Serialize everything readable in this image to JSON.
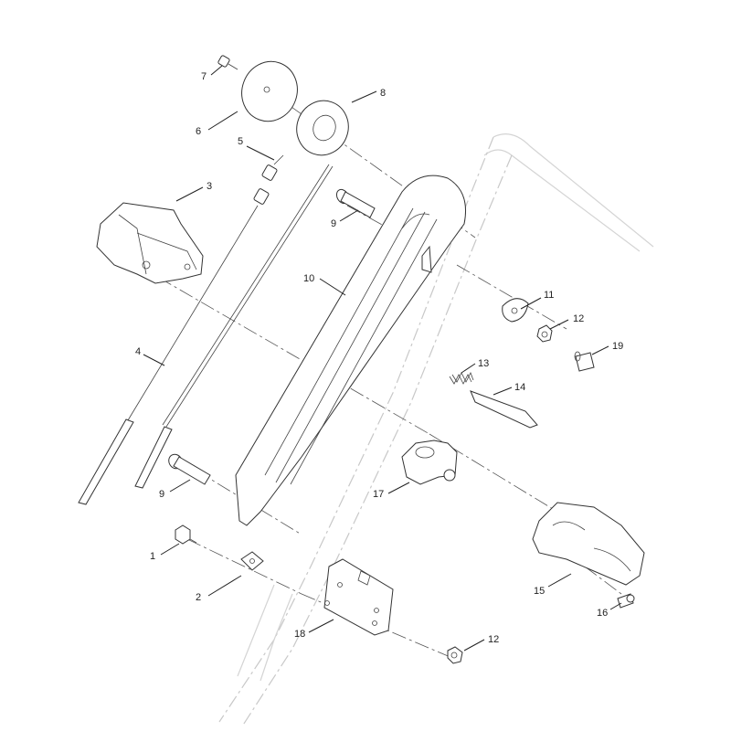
{
  "diagram": {
    "colors": {
      "line": "#222222",
      "ghost": "#c8c8c8",
      "background": "#ffffff"
    },
    "callouts": [
      {
        "id": "c1",
        "label": "1"
      },
      {
        "id": "c2",
        "label": "2"
      },
      {
        "id": "c3",
        "label": "3"
      },
      {
        "id": "c4",
        "label": "4"
      },
      {
        "id": "c5",
        "label": "5"
      },
      {
        "id": "c6",
        "label": "6"
      },
      {
        "id": "c7",
        "label": "7"
      },
      {
        "id": "c8",
        "label": "8"
      },
      {
        "id": "c9a",
        "label": "9"
      },
      {
        "id": "c9b",
        "label": "9"
      },
      {
        "id": "c10",
        "label": "10"
      },
      {
        "id": "c11",
        "label": "11"
      },
      {
        "id": "c12a",
        "label": "12"
      },
      {
        "id": "c12b",
        "label": "12"
      },
      {
        "id": "c13",
        "label": "13"
      },
      {
        "id": "c14",
        "label": "14"
      },
      {
        "id": "c15",
        "label": "15"
      },
      {
        "id": "c16",
        "label": "16"
      },
      {
        "id": "c17",
        "label": "17"
      },
      {
        "id": "c18",
        "label": "18"
      },
      {
        "id": "c19",
        "label": "19"
      }
    ]
  }
}
